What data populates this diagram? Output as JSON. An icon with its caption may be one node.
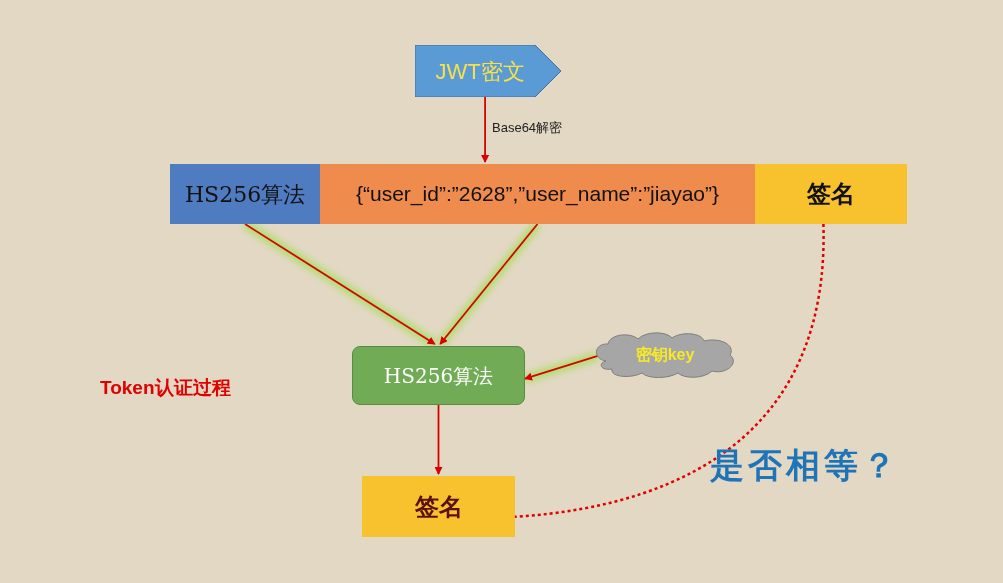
{
  "diagram": {
    "nodes": [
      {
        "text": [
          "JWT密文"
        ]
      },
      {
        "text": [
          "HS256算法"
        ]
      },
      {
        "text": [
          "{“user_id”:”2628”,”user_name”:”jiayao”}"
        ]
      },
      {
        "text": [
          "签名"
        ]
      },
      {
        "text": [
          "HS256算法"
        ]
      },
      {
        "text": [
          "密钥key"
        ]
      },
      {
        "text": [
          "签名"
        ]
      }
    ],
    "edges": [
      {
        "from": 0,
        "to": 2,
        "arrow": "to",
        "label": "Base64解密"
      },
      {
        "from": 1,
        "to": 4,
        "arrow": "to"
      },
      {
        "from": 2,
        "to": 4,
        "arrow": "to"
      },
      {
        "from": 5,
        "to": 4,
        "arrow": "to"
      },
      {
        "from": 4,
        "to": 6,
        "arrow": "to"
      },
      {
        "from": 3,
        "to": 6,
        "arrow": "none",
        "style": "dashed"
      }
    ],
    "labels": [
      "Token认证过程",
      "是否相等？"
    ]
  }
}
